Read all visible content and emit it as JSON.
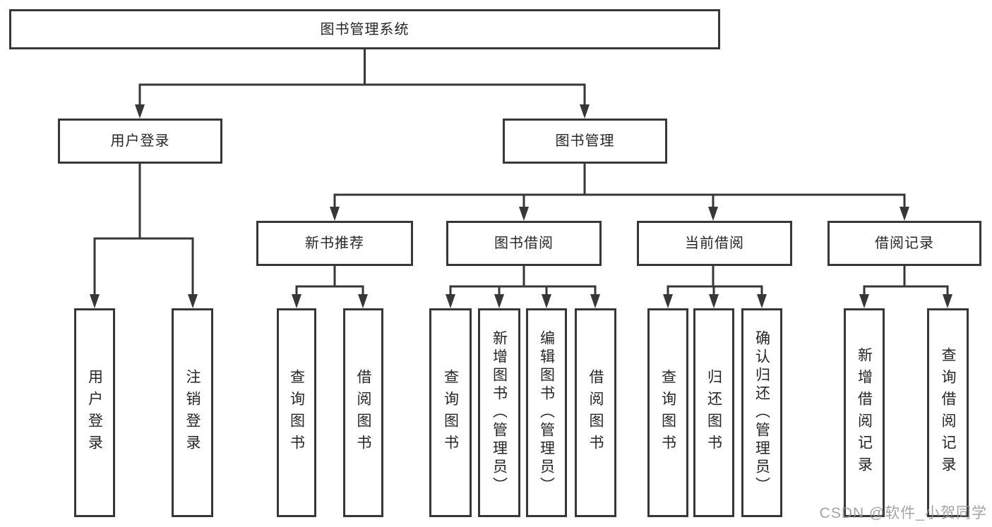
{
  "tree": {
    "root": "图书管理系统",
    "branches": [
      {
        "label": "用户登录",
        "children": [
          {
            "label": "用户登录"
          },
          {
            "label": "注销登录"
          }
        ]
      },
      {
        "label": "图书管理",
        "children": [
          {
            "label": "新书推荐",
            "children": [
              {
                "label": "查询图书"
              },
              {
                "label": "借阅图书"
              }
            ]
          },
          {
            "label": "图书借阅",
            "children": [
              {
                "label": "查询图书"
              },
              {
                "label": "新增图书（管理员）"
              },
              {
                "label": "编辑图书（管理员）"
              },
              {
                "label": "借阅图书"
              }
            ]
          },
          {
            "label": "当前借阅",
            "children": [
              {
                "label": "查询图书"
              },
              {
                "label": "归还图书"
              },
              {
                "label": "确认归还（管理员）"
              }
            ]
          },
          {
            "label": "借阅记录",
            "children": [
              {
                "label": "新增借阅记录"
              },
              {
                "label": "查询借阅记录"
              }
            ]
          }
        ]
      }
    ]
  },
  "watermark": "CSDN @软件_小贺同学",
  "colors": {
    "line": "#373737",
    "text": "#262626",
    "box_background": "#ffffff",
    "watermark": "#969696"
  }
}
